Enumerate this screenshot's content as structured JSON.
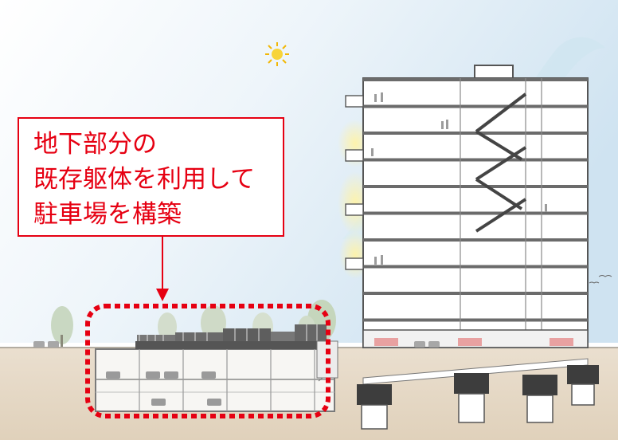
{
  "callout": {
    "lines": [
      "地下部分の",
      "既存躯体を利用して",
      "駐車場を構築"
    ],
    "color": "#e60012"
  },
  "colors": {
    "ground": "#e6d9c6",
    "sky": "#dcebf5",
    "building": "#ffffff",
    "floor_line": "#5a5a5a",
    "foundation": "#3d3d3d",
    "highlight": "#e60012"
  },
  "icons": [
    "sun-icon",
    "bird-icon"
  ]
}
